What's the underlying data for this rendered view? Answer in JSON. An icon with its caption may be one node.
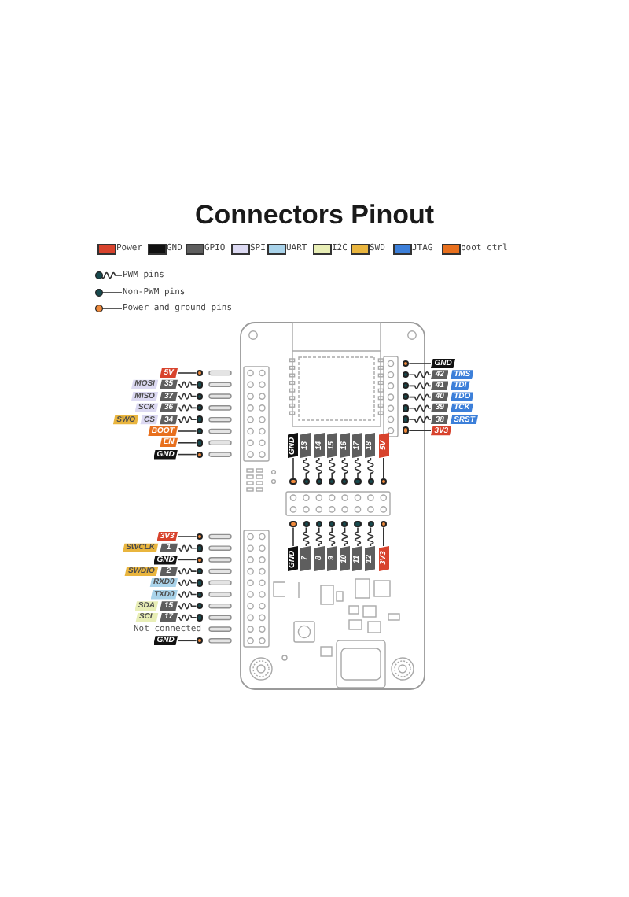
{
  "diagram": {
    "title": "Connectors Pinout",
    "nodes": [
      {
        "text": [
          "5V"
        ]
      },
      {
        "text": [
          "MOSI"
        ]
      },
      {
        "text": [
          "35"
        ]
      },
      {
        "text": [
          "MISO"
        ]
      },
      {
        "text": [
          "37"
        ]
      },
      {
        "text": [
          "SCK"
        ]
      },
      {
        "text": [
          "36"
        ]
      },
      {
        "text": [
          "SWO"
        ]
      },
      {
        "text": [
          "CS"
        ]
      },
      {
        "text": [
          "34"
        ]
      },
      {
        "text": [
          "BOOT"
        ]
      },
      {
        "text": [
          "EN"
        ]
      },
      {
        "text": [
          "GND"
        ]
      },
      {
        "text": [
          "GND"
        ]
      },
      {
        "text": [
          "42"
        ]
      },
      {
        "text": [
          "TMS"
        ]
      },
      {
        "text": [
          "41"
        ]
      },
      {
        "text": [
          "TDI"
        ]
      },
      {
        "text": [
          "40"
        ]
      },
      {
        "text": [
          "TDO"
        ]
      },
      {
        "text": [
          "39"
        ]
      },
      {
        "text": [
          "TCK"
        ]
      },
      {
        "text": [
          "38"
        ]
      },
      {
        "text": [
          "SRST"
        ]
      },
      {
        "text": [
          "3V3"
        ]
      },
      {
        "text": [
          "GND"
        ]
      },
      {
        "text": [
          "13"
        ]
      },
      {
        "text": [
          "14"
        ]
      },
      {
        "text": [
          "15"
        ]
      },
      {
        "text": [
          "16"
        ]
      },
      {
        "text": [
          "17"
        ]
      },
      {
        "text": [
          "18"
        ]
      },
      {
        "text": [
          "5V"
        ]
      },
      {
        "text": [
          "GND"
        ]
      },
      {
        "text": [
          "7"
        ]
      },
      {
        "text": [
          "8"
        ]
      },
      {
        "text": [
          "9"
        ]
      },
      {
        "text": [
          "10"
        ]
      },
      {
        "text": [
          "11"
        ]
      },
      {
        "text": [
          "12"
        ]
      },
      {
        "text": [
          "3V3"
        ]
      },
      {
        "text": [
          "3V3"
        ]
      },
      {
        "text": [
          "SWCLK"
        ]
      },
      {
        "text": [
          "1"
        ]
      },
      {
        "text": [
          "GND"
        ]
      },
      {
        "text": [
          "SWDIO"
        ]
      },
      {
        "text": [
          "2"
        ]
      },
      {
        "text": [
          "RXD0"
        ]
      },
      {
        "text": [
          "TXD0"
        ]
      },
      {
        "text": [
          "SDA"
        ]
      },
      {
        "text": [
          "15"
        ]
      },
      {
        "text": [
          "SCL"
        ]
      },
      {
        "text": [
          "17"
        ]
      },
      {
        "text": [
          "GND"
        ]
      },
      {
        "text": [],
        "shape": "circle"
      },
      {
        "text": [],
        "shape": "circle"
      },
      {
        "text": [],
        "shape": "circle"
      },
      {
        "text": [],
        "shape": "circle"
      },
      {
        "text": [],
        "shape": "circle"
      },
      {
        "text": [],
        "shape": "circle"
      },
      {
        "text": [],
        "shape": "circle"
      },
      {
        "text": [],
        "shape": "circle"
      },
      {
        "text": [],
        "shape": "circle"
      },
      {
        "text": [],
        "shape": "circle"
      },
      {
        "text": [],
        "shape": "circle"
      },
      {
        "text": [],
        "shape": "circle"
      },
      {
        "text": [],
        "shape": "circle"
      },
      {
        "text": [],
        "shape": "circle"
      },
      {
        "text": [],
        "shape": "circle"
      },
      {
        "text": [],
        "shape": "circle"
      },
      {
        "text": [],
        "shape": "circle"
      },
      {
        "text": [],
        "shape": "circle"
      },
      {
        "text": [],
        "shape": "circle"
      },
      {
        "text": [],
        "shape": "circle"
      },
      {
        "text": [],
        "shape": "circle"
      },
      {
        "text": [],
        "shape": "circle"
      },
      {
        "text": [],
        "shape": "circle"
      },
      {
        "text": [],
        "shape": "circle"
      },
      {
        "text": [],
        "shape": "circle"
      },
      {
        "text": [],
        "shape": "circle"
      },
      {
        "text": [],
        "shape": "circle"
      },
      {
        "text": [],
        "shape": "circle"
      },
      {
        "text": [],
        "shape": "circle"
      },
      {
        "text": [],
        "shape": "circle"
      },
      {
        "text": [],
        "shape": "circle"
      },
      {
        "text": [],
        "shape": "circle"
      },
      {
        "text": [],
        "shape": "circle"
      },
      {
        "text": [],
        "shape": "circle"
      },
      {
        "text": [],
        "shape": "circle"
      },
      {
        "text": [],
        "shape": "circle"
      },
      {
        "text": [],
        "shape": "circle"
      },
      {
        "text": [],
        "shape": "circle"
      },
      {
        "text": [],
        "shape": "circle"
      },
      {
        "text": [],
        "shape": "circle"
      }
    ],
    "edges": [
      {
        "from": 0,
        "to": 54,
        "arrow": "none"
      },
      {
        "from": 2,
        "to": 55,
        "arrow": "none"
      },
      {
        "from": 4,
        "to": 56,
        "arrow": "none"
      },
      {
        "from": 6,
        "to": 57,
        "arrow": "none"
      },
      {
        "from": 9,
        "to": 58,
        "arrow": "none"
      },
      {
        "from": 10,
        "to": 59,
        "arrow": "none"
      },
      {
        "from": 11,
        "to": 60,
        "arrow": "none"
      },
      {
        "from": 12,
        "to": 61,
        "arrow": "none"
      },
      {
        "from": 13,
        "to": 62,
        "arrow": "none"
      },
      {
        "from": 14,
        "to": 63,
        "arrow": "none"
      },
      {
        "from": 16,
        "to": 64,
        "arrow": "none"
      },
      {
        "from": 18,
        "to": 65,
        "arrow": "none"
      },
      {
        "from": 20,
        "to": 66,
        "arrow": "none"
      },
      {
        "from": 22,
        "to": 67,
        "arrow": "none"
      },
      {
        "from": 24,
        "to": 68,
        "arrow": "none"
      },
      {
        "from": 25,
        "to": 69,
        "arrow": "none"
      },
      {
        "from": 26,
        "to": 70,
        "arrow": "none"
      },
      {
        "from": 27,
        "to": 71,
        "arrow": "none"
      },
      {
        "from": 28,
        "to": 72,
        "arrow": "none"
      },
      {
        "from": 29,
        "to": 73,
        "arrow": "none"
      },
      {
        "from": 30,
        "to": 74,
        "arrow": "none"
      },
      {
        "from": 31,
        "to": 75,
        "arrow": "none"
      },
      {
        "from": 32,
        "to": 76,
        "arrow": "none"
      },
      {
        "from": 33,
        "to": 77,
        "arrow": "none"
      },
      {
        "from": 34,
        "to": 78,
        "arrow": "none"
      },
      {
        "from": 35,
        "to": 79,
        "arrow": "none"
      },
      {
        "from": 36,
        "to": 80,
        "arrow": "none"
      },
      {
        "from": 37,
        "to": 81,
        "arrow": "none"
      },
      {
        "from": 38,
        "to": 82,
        "arrow": "none"
      },
      {
        "from": 39,
        "to": 83,
        "arrow": "none"
      },
      {
        "from": 40,
        "to": 84,
        "arrow": "none"
      },
      {
        "from": 41,
        "to": 85,
        "arrow": "none"
      },
      {
        "from": 43,
        "to": 86,
        "arrow": "none"
      },
      {
        "from": 44,
        "to": 87,
        "arrow": "none"
      },
      {
        "from": 46,
        "to": 88,
        "arrow": "none"
      },
      {
        "from": 47,
        "to": 89,
        "arrow": "none"
      },
      {
        "from": 48,
        "to": 90,
        "arrow": "none"
      },
      {
        "from": 50,
        "to": 91,
        "arrow": "none"
      },
      {
        "from": 52,
        "to": 92,
        "arrow": "none"
      },
      {
        "from": 53,
        "to": 93,
        "arrow": "none"
      }
    ],
    "labels": [
      "Not connected"
    ],
    "legend": [
      {
        "text": "Power",
        "color": "#d8432d"
      },
      {
        "text": "GND",
        "color": "#111111"
      },
      {
        "text": "GPIO",
        "color": "#5e5e5e"
      },
      {
        "text": "SPI",
        "color": "#dcd9f2"
      },
      {
        "text": "UART",
        "color": "#a9d3ea"
      },
      {
        "text": "I2C",
        "color": "#e8eeb6"
      },
      {
        "text": "SWD",
        "color": "#e9b53e"
      },
      {
        "text": "JTAG",
        "color": "#3c7fd9"
      },
      {
        "text": "boot ctrl",
        "color": "#e8701e"
      },
      {
        "text": "PWM pins"
      },
      {
        "text": "Non-PWM pins"
      },
      {
        "text": "Power and ground pins"
      }
    ]
  }
}
